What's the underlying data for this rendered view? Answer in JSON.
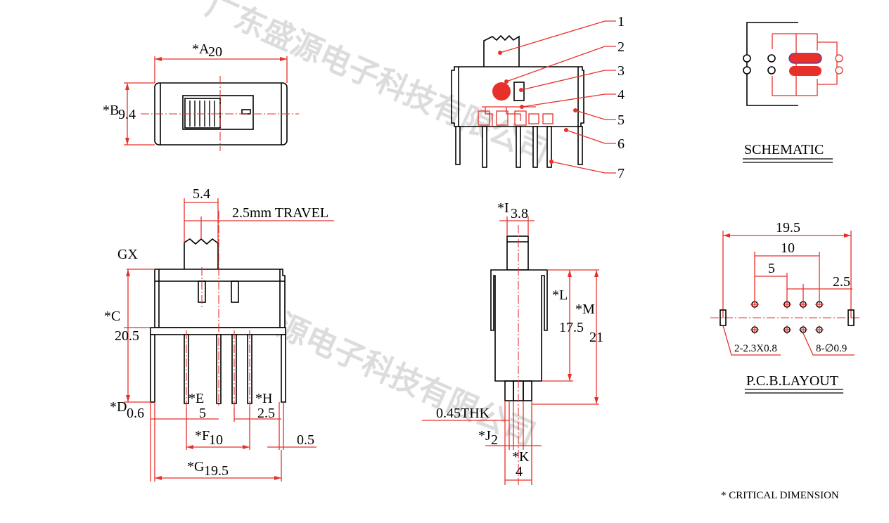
{
  "watermark": {
    "text_top": "广东盛源电子科技有限公司",
    "text_mid": "广东盛源电子科技有限公司"
  },
  "top_view": {
    "A_label": "*A",
    "A_value": "20",
    "B_label": "*B",
    "B_value": "9.4"
  },
  "callouts": [
    "1",
    "2",
    "3",
    "4",
    "5",
    "6",
    "7"
  ],
  "schematic": {
    "title": "SCHEMATIC"
  },
  "front_view": {
    "dim_5_4": "5.4",
    "travel": "2.5mm TRAVEL",
    "gx": "GX",
    "C_label": "*C",
    "C_value": "20.5",
    "E_label": "*E",
    "E_value": "5",
    "H_label": "*H",
    "H_value": "2.5",
    "D_label": "*D",
    "D_value": "0.6",
    "F_label": "*F",
    "F_value": "10",
    "dim_0_5": "0.5",
    "G_label": "*G",
    "G_value": "19.5"
  },
  "side_view": {
    "I_label": "*I",
    "I_value": "3.8",
    "L_label": "*L",
    "L_value": "17.5",
    "M_label": "*M",
    "M_value": "21",
    "thk": "0.45THK",
    "J_label": "*J",
    "J_value": "2",
    "K_label": "*K",
    "K_value": "4"
  },
  "pcb": {
    "dim_19_5": "19.5",
    "dim_10": "10",
    "dim_5": "5",
    "dim_2_5": "2.5",
    "slot_note": "2-2.3X0.8",
    "hole_note": "8-∅0.9",
    "title": "P.C.B.LAYOUT"
  },
  "footnote": "* CRITICAL  DIMENSION"
}
